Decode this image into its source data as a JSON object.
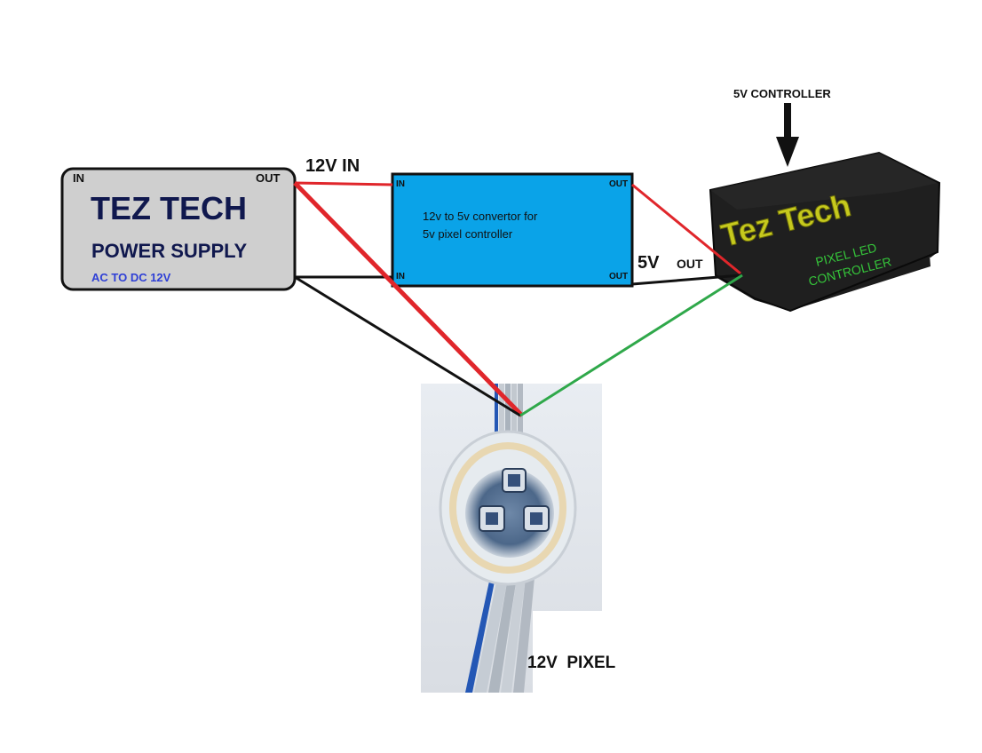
{
  "power_supply": {
    "in_label": "IN",
    "out_label": "OUT",
    "brand": "TEZ TECH",
    "title": "POWER SUPPLY",
    "subtitle": "AC TO DC 12V"
  },
  "converter": {
    "in_top": "IN",
    "in_bottom": "IN",
    "out_top": "OUT",
    "out_bottom": "OUT",
    "line1": "12v to 5v convertor for",
    "line2": "5v pixel controller"
  },
  "labels": {
    "input_voltage": "12V IN",
    "output_voltage_big": "5V",
    "output_voltage_small": "OUT",
    "controller_caption": "5V CONTROLLER",
    "pixel_caption": "12V  PIXEL"
  },
  "controller": {
    "brand": "Tez Tech",
    "line1": "PIXEL LED",
    "line2": "CONTROLLER"
  },
  "colors": {
    "wire_red": "#e0262b",
    "wire_black": "#111111",
    "wire_green": "#2fa84a",
    "psu_fill": "#cfcfcf",
    "converter_fill": "#0aa3e8",
    "controller_fill": "#1c1c1c",
    "controller_text": "#c6c91d",
    "controller_subtext": "#35c43a",
    "brand_navy": "#10184e",
    "subtitle_blue": "#2e3fd6"
  },
  "icons": [
    "down-arrow-icon",
    "pixel-led-icon"
  ]
}
